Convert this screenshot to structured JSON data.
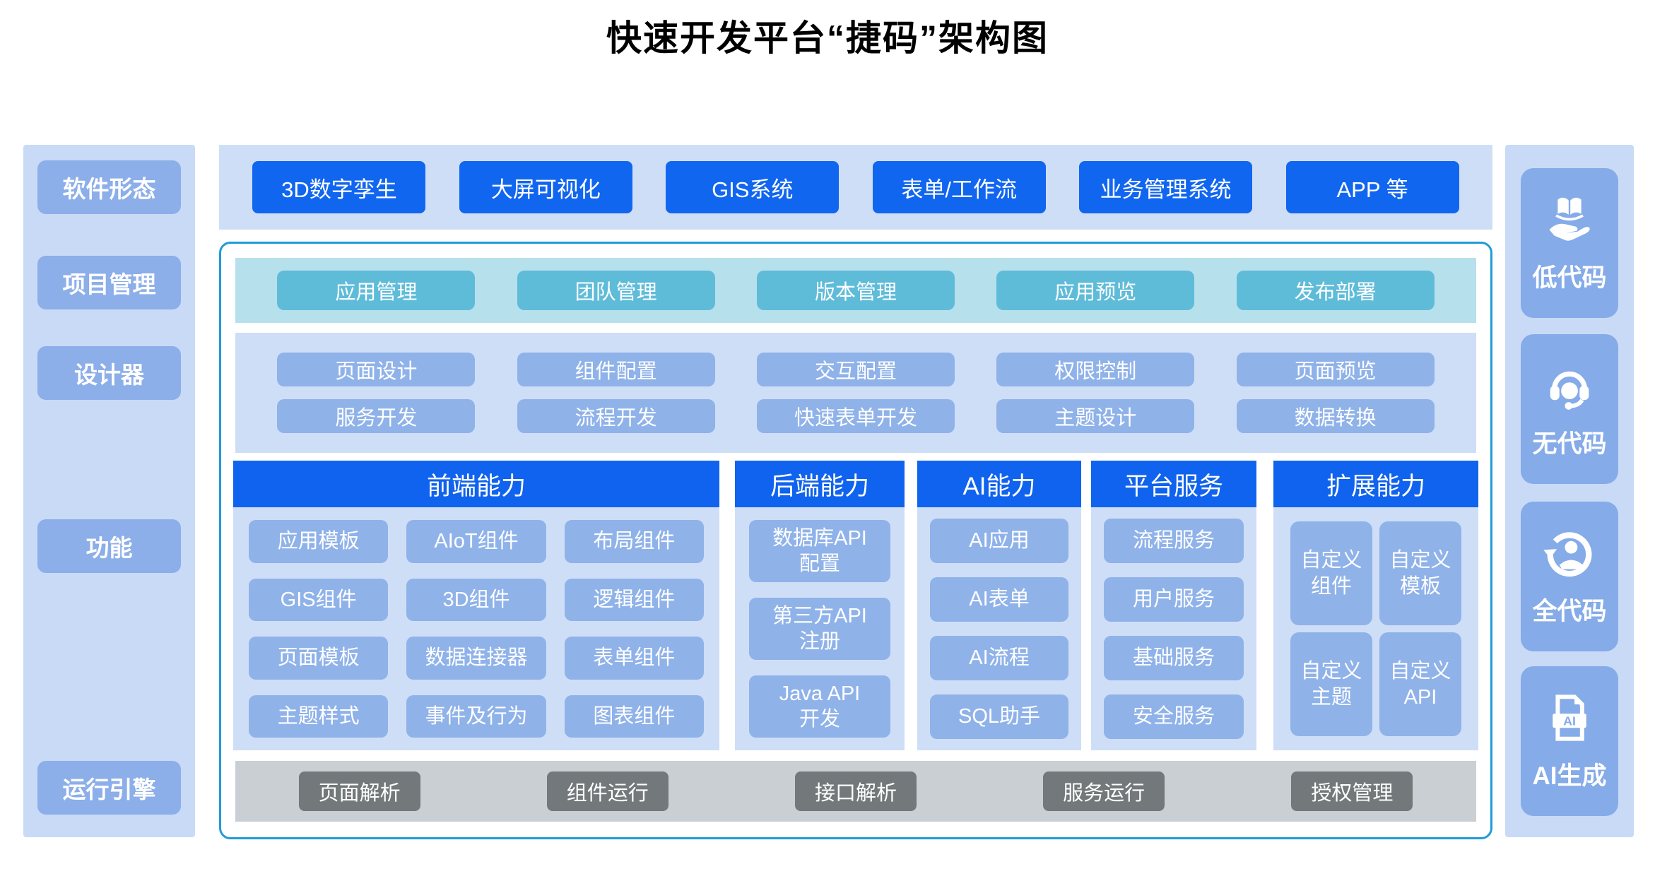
{
  "title": "快速开发平台“捷码”架构图",
  "colors": {
    "accent_blue": "#1166f0",
    "header_blue": "#1063ee",
    "light_blue_panel": "#cfdef7",
    "medium_blue_item": "#8fb2e9",
    "sidebar_bg": "#c9daf7",
    "sidebar_item": "#8caee9",
    "teal_panel": "#b6e0ec",
    "teal_item": "#5fbcd9",
    "gray_panel": "#cacfd3",
    "gray_item": "#73787b",
    "box_border": "#1f9cd8"
  },
  "left_sidebar": {
    "items": [
      "软件形态",
      "项目管理",
      "设计器",
      "功能",
      "运行引擎"
    ]
  },
  "right_sidebar": {
    "items": [
      {
        "label": "低代码",
        "icon": "book-hand-icon"
      },
      {
        "label": "无代码",
        "icon": "headset-icon"
      },
      {
        "label": "全代码",
        "icon": "person-sync-icon"
      },
      {
        "label": "AI生成",
        "icon": "ai-document-icon"
      }
    ]
  },
  "software_forms": [
    "3D数字孪生",
    "大屏可视化",
    "GIS系统",
    "表单/工作流",
    "业务管理系统",
    "APP 等"
  ],
  "project_management": [
    "应用管理",
    "团队管理",
    "版本管理",
    "应用预览",
    "发布部署"
  ],
  "designer": {
    "rows": [
      [
        "页面设计",
        "组件配置",
        "交互配置",
        "权限控制",
        "页面预览"
      ],
      [
        "服务开发",
        "流程开发",
        "快速表单开发",
        "主题设计",
        "数据转换"
      ]
    ]
  },
  "capabilities": [
    {
      "title": "前端能力",
      "items": [
        "应用模板",
        "AIoT组件",
        "布局组件",
        "GIS组件",
        "3D组件",
        "逻辑组件",
        "页面模板",
        "数据连接器",
        "表单组件",
        "主题样式",
        "事件及行为",
        "图表组件"
      ]
    },
    {
      "title": "后端能力",
      "items": [
        "数据库API\n配置",
        "第三方API\n注册",
        "Java API\n开发"
      ]
    },
    {
      "title": "AI能力",
      "items": [
        "AI应用",
        "AI表单",
        "AI流程",
        "SQL助手"
      ]
    },
    {
      "title": "平台服务",
      "items": [
        "流程服务",
        "用户服务",
        "基础服务",
        "安全服务"
      ]
    },
    {
      "title": "扩展能力",
      "items": [
        "自定义\n组件",
        "自定义\n模板",
        "自定义\n主题",
        "自定义\nAPI"
      ]
    }
  ],
  "runtime_engine": [
    "页面解析",
    "组件运行",
    "接口解析",
    "服务运行",
    "授权管理"
  ]
}
